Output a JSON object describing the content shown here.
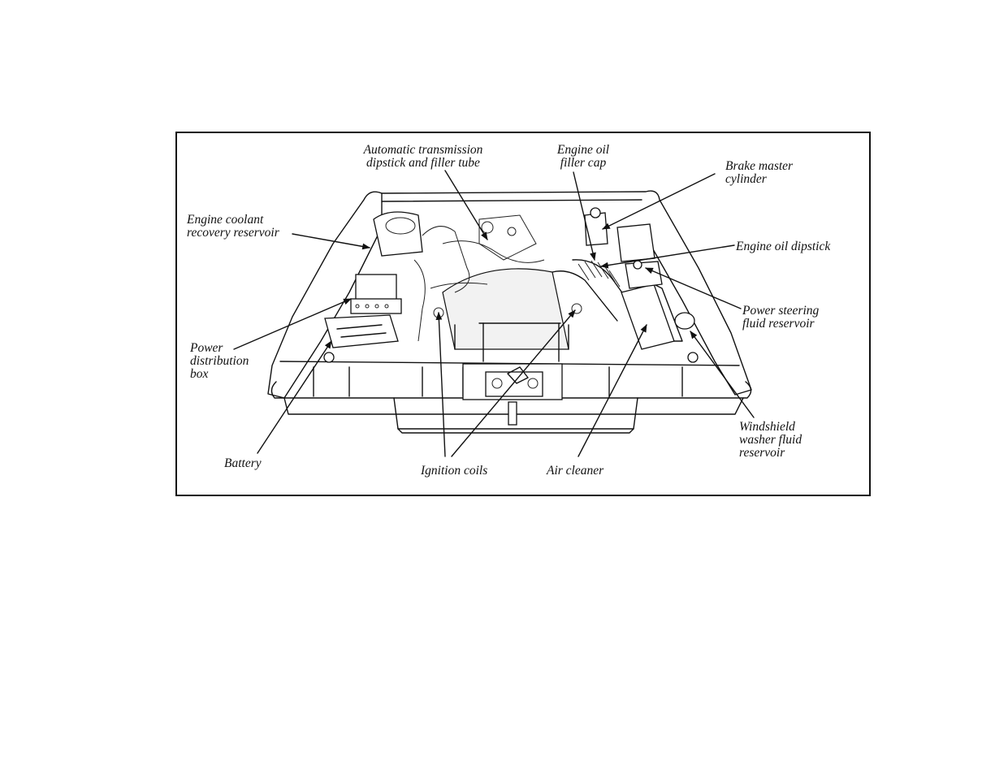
{
  "labels": {
    "auto_trans": "Automatic transmission\ndipstick and filler tube",
    "oil_filler": "Engine oil\nfiller cap",
    "brake": "Brake master\ncylinder",
    "coolant": "Engine coolant\nrecovery reservoir",
    "oil_dipstick": "Engine oil dipstick",
    "power_dist": "Power\ndistribution\nbox",
    "power_steering": "Power steering\nfluid reservoir",
    "battery": "Battery",
    "ignition": "Ignition coils",
    "air_cleaner": "Air cleaner",
    "washer": "Windshield\nwasher fluid\nreservoir"
  },
  "colors": {
    "ink": "#111111",
    "background": "#ffffff"
  }
}
